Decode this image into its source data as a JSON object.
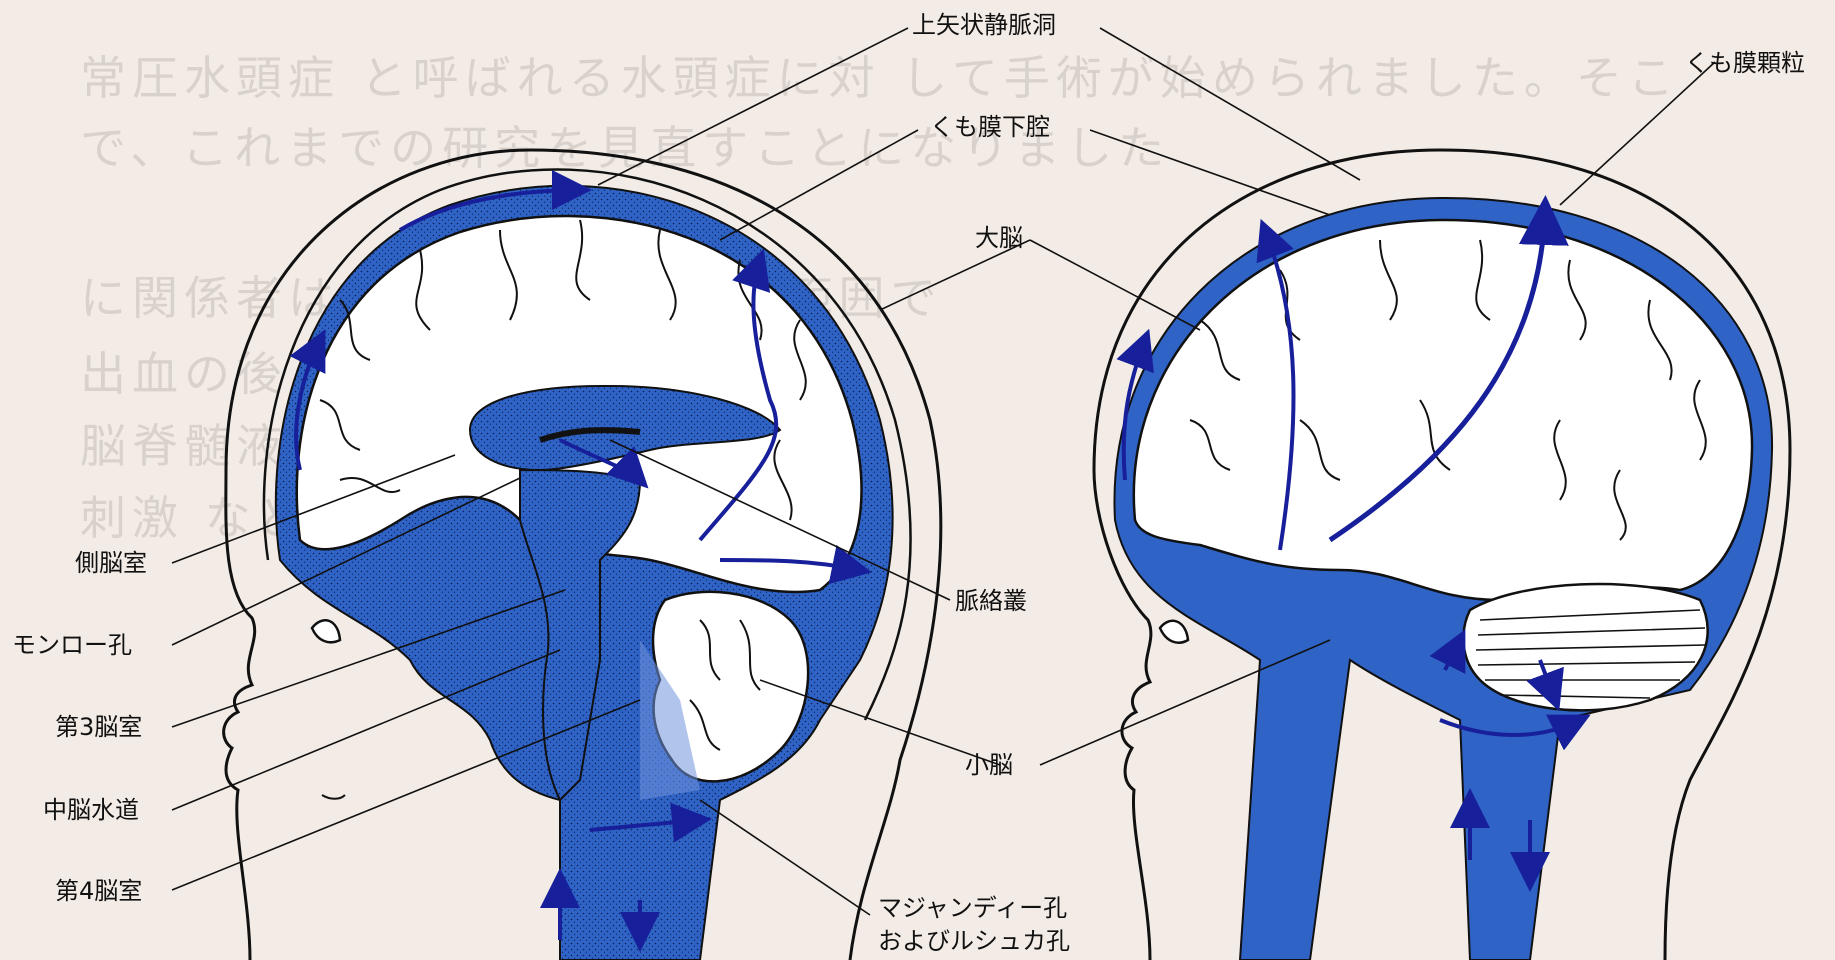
{
  "labels": {
    "superior_sagittal_sinus": "上矢状静脈洞",
    "subarachnoid_space": "くも膜下腔",
    "arachnoid_granulation": "くも膜顆粒",
    "cerebrum": "大脳",
    "lateral_ventricle": "側脳室",
    "foramen_of_monro": "モンロー孔",
    "third_ventricle": "第3脳室",
    "cerebral_aqueduct": "中脳水道",
    "fourth_ventricle": "第4脳室",
    "choroid_plexus": "脈絡叢",
    "cerebellum": "小脳",
    "magendie_line1": "マジャンディー孔",
    "magendie_line2": "およびルシュカ孔"
  },
  "background_text": [
    "常圧水頭症 と呼ばれる水頭症に対 して手術が始められました。そこ",
    "で、これまでの研究を見直すことになりました",
    "に関係者は 頭蓋内 が 正常 の範囲で",
    "出血の後 によって 患者 の",
    "脳脊髄液 の 吸収 障害",
    "刺激 などの 症状"
  ],
  "colors": {
    "csf_blue": "#2f63c6",
    "arrow_navy": "#17209a",
    "background": "#f3ece6",
    "outline": "#111111"
  }
}
